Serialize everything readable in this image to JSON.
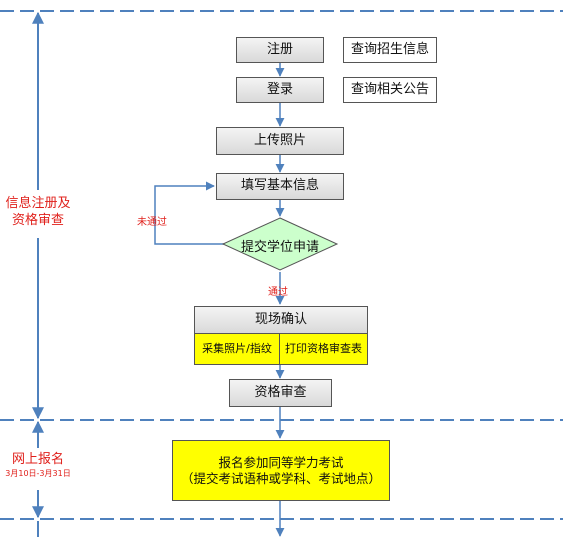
{
  "nodes": {
    "register": "注册",
    "login": "登录",
    "query_admission": "查询招生信息",
    "query_notice": "查询相关公告",
    "upload_photo": "上传照片",
    "fill_info": "填写基本信息",
    "submit_application": "提交学位申请",
    "onsite_confirm": "现场确认",
    "photo_fingerprint": "采集照片/指纹",
    "print_review_form": "打印资格审查表",
    "qualification_review": "资格审查",
    "register_exam_line1": "报名参加同等学力考试",
    "register_exam_line2": "（提交考试语种或学科、考试地点）"
  },
  "edge_labels": {
    "not_passed": "未通过",
    "passed": "通过"
  },
  "stages": {
    "info_registration_line1": "信息注册及",
    "info_registration_line2": "资格审查",
    "online_registration": "网上报名",
    "online_registration_dates": "3月10日-3月31日"
  },
  "colors": {
    "lines": "#4f81bd",
    "stage_text": "#e0201b",
    "diamond_fill": "#ccffcc",
    "highlight_fill": "#ffff00"
  }
}
